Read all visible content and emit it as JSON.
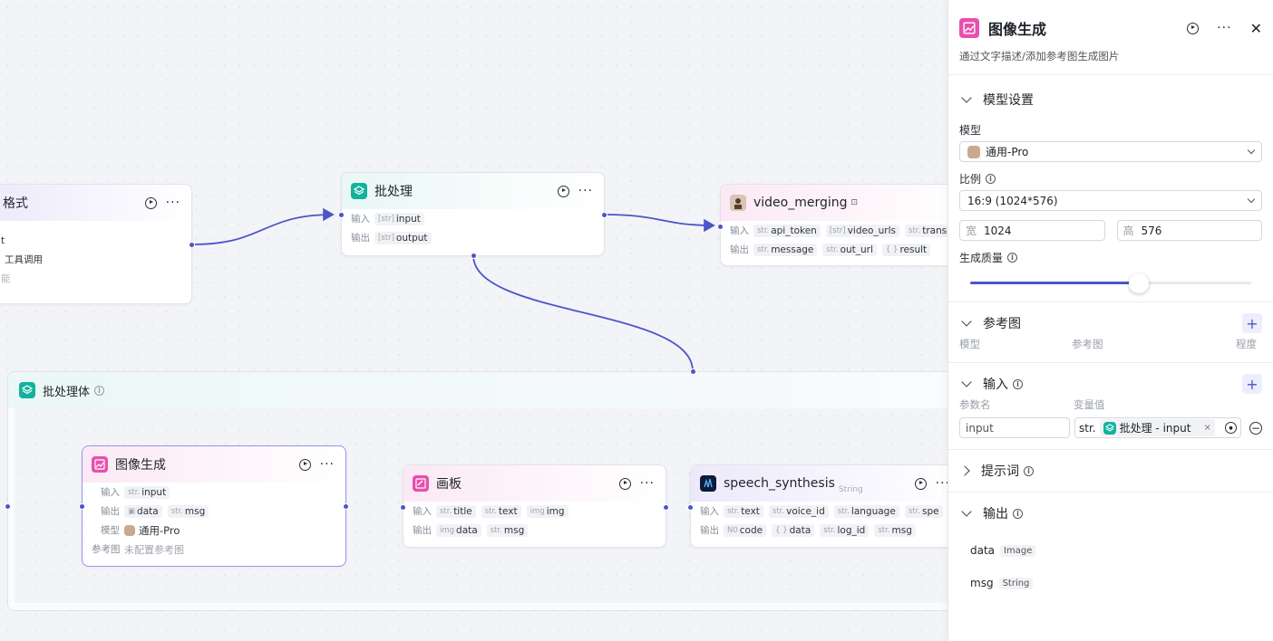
{
  "canvas": {
    "format_node": {
      "title": "格式",
      "row1": "t",
      "row2": "工具调用",
      "row3": "能"
    },
    "batch": {
      "title": "批处理",
      "in_label": "输入",
      "in_type": "[str]",
      "in_name": "input",
      "out_label": "输出",
      "out_type": "[str]",
      "out_name": "output"
    },
    "video": {
      "title": "video_merging",
      "in_label": "输入",
      "out_label": "输出",
      "inputs": [
        {
          "type": "str.",
          "name": "api_token"
        },
        {
          "type": "[str]",
          "name": "video_urls"
        },
        {
          "type": "str.",
          "name": "transition"
        }
      ],
      "outputs": [
        {
          "type": "str.",
          "name": "message"
        },
        {
          "type": "str.",
          "name": "out_url"
        },
        {
          "type": "{ }",
          "name": "result"
        }
      ]
    },
    "batch_body": {
      "title": "批处理体"
    },
    "imggen": {
      "title": "图像生成",
      "in_label": "输入",
      "in_type": "str.",
      "in_name": "input",
      "out_label": "输出",
      "out1_type": "img",
      "out1": "data",
      "out2_type": "str.",
      "out2": "msg",
      "model_label": "模型",
      "model": "通用-Pro",
      "ref_label": "参考图",
      "ref_value": "未配置参考图"
    },
    "board": {
      "title": "画板",
      "in_label": "输入",
      "out_label": "输出",
      "inputs": [
        {
          "type": "str.",
          "name": "title"
        },
        {
          "type": "str.",
          "name": "text"
        },
        {
          "type": "img",
          "name": "img"
        }
      ],
      "outputs": [
        {
          "type": "img",
          "name": "data"
        },
        {
          "type": "str.",
          "name": "msg"
        }
      ]
    },
    "speech": {
      "title": "speech_synthesis",
      "title_tag": "String",
      "in_label": "输入",
      "out_label": "输出",
      "inputs": [
        {
          "type": "str.",
          "name": "text"
        },
        {
          "type": "str.",
          "name": "voice_id"
        },
        {
          "type": "str.",
          "name": "language"
        },
        {
          "type": "str.",
          "name": "spe"
        }
      ],
      "outputs": [
        {
          "type": "N0",
          "name": "code"
        },
        {
          "type": "{ }",
          "name": "data"
        },
        {
          "type": "str.",
          "name": "log_id"
        },
        {
          "type": "str.",
          "name": "msg"
        }
      ]
    }
  },
  "panel": {
    "title": "图像生成",
    "desc": "通过文字描述/添加参考图生成图片",
    "model_section": {
      "title": "模型设置",
      "model_label": "模型",
      "model_value": "通用-Pro",
      "ratio_label": "比例",
      "ratio_value": "16:9 (1024*576)",
      "width_label": "宽",
      "width_value": "1024",
      "height_label": "高",
      "height_value": "576",
      "quality_label": "生成质量",
      "quality_fraction": 0.6
    },
    "ref_section": {
      "title": "参考图",
      "col1": "模型",
      "col2": "参考图",
      "col3": "程度"
    },
    "input_section": {
      "title": "输入",
      "col1": "参数名",
      "col2": "变量值",
      "param_placeholder": "input",
      "var_type": "str.",
      "var_value": "批处理 - input"
    },
    "prompt_section": {
      "title": "提示词"
    },
    "output_section": {
      "title": "输出",
      "outputs": [
        {
          "name": "data",
          "type": "Image"
        },
        {
          "name": "msg",
          "type": "String"
        }
      ]
    }
  },
  "colors": {
    "accent": "#4c55c8",
    "teal": "#13b29e",
    "pink": "#e84fae"
  }
}
